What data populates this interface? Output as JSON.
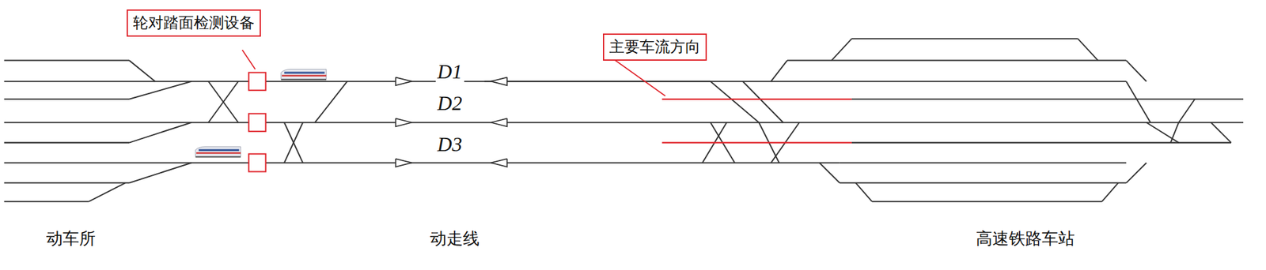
{
  "diagram": {
    "nodes": [
      {
        "text": [
          "轮对踏面检测设备"
        ]
      },
      {
        "text": [
          "主要车流方向"
        ]
      }
    ],
    "labels": [
      "D1",
      "D2",
      "D3",
      "动车所",
      "动走线",
      "高速铁路车站"
    ]
  }
}
